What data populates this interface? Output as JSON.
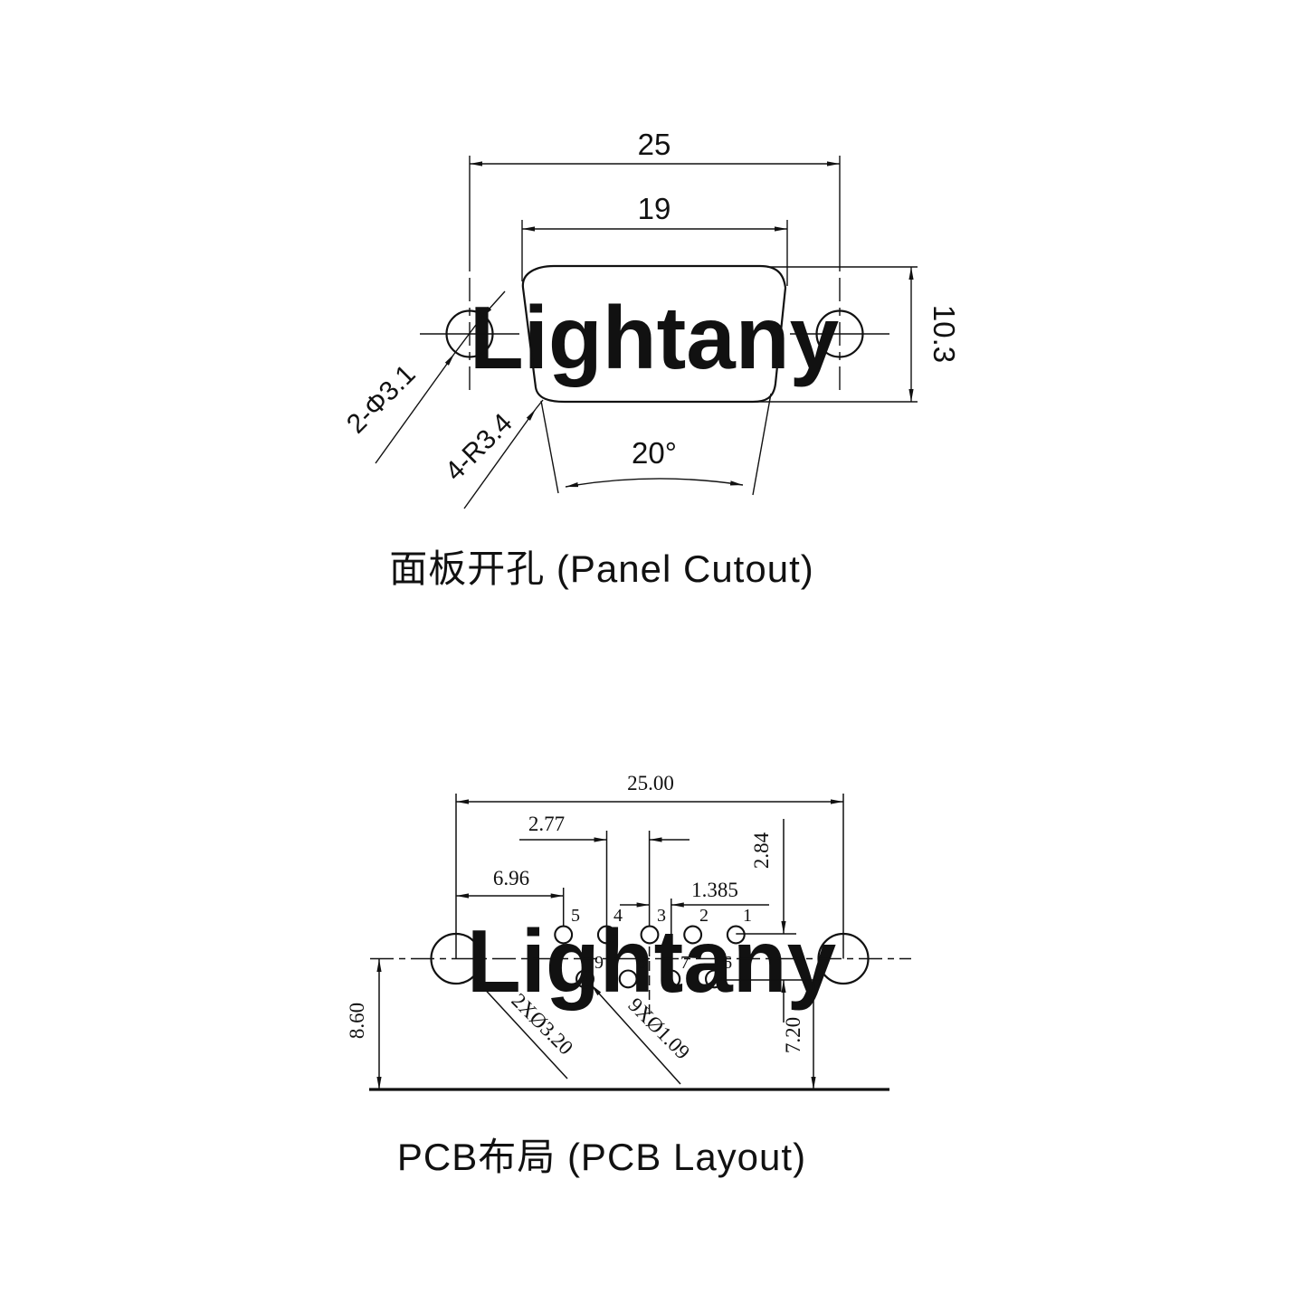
{
  "watermark": {
    "text": "Lightany"
  },
  "colors": {
    "line": "#111111",
    "watermark": "#fbe3e3"
  },
  "panel": {
    "title": "面板开孔 (Panel Cutout)",
    "dim_outer_width": "25",
    "dim_inner_width": "19",
    "dim_height": "10.3",
    "dim_angle": "20°",
    "label_holes": "2-Φ3.1",
    "label_corner_radius": "4-R3.4"
  },
  "pcb": {
    "title": "PCB布局 (PCB Layout)",
    "dim_hole_span": "25.00",
    "dim_pin_pitch": "2.77",
    "dim_first_pin_offset": "6.96",
    "dim_row_stagger": "1.385",
    "dim_row_gap": "2.84",
    "dim_left_height": "8.60",
    "dim_right_height": "7.20",
    "label_mount_holes": "2XØ3.20",
    "label_pin_holes": "9XØ1.09",
    "pin_labels_top": [
      "5",
      "4",
      "3",
      "2",
      "1"
    ],
    "pin_labels_bottom": [
      "9",
      "8",
      "7",
      "6"
    ]
  }
}
